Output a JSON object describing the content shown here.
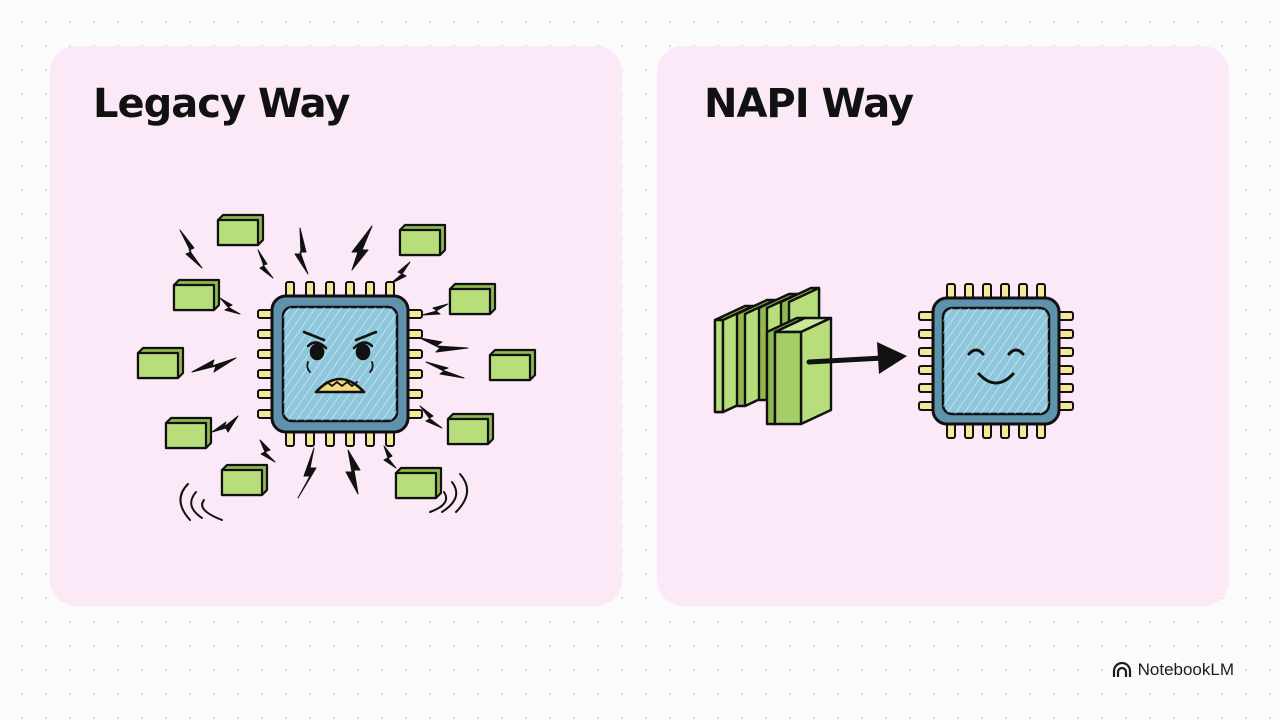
{
  "panels": {
    "legacy": {
      "title": "Legacy Way",
      "chip_mood": "stressed",
      "packet_delivery": "individual interrupts"
    },
    "napi": {
      "title": "NAPI Way",
      "chip_mood": "happy",
      "packet_delivery": "batched"
    }
  },
  "branding": {
    "label": "NotebookLM",
    "icon": "notebooklm-logo-icon"
  },
  "colors": {
    "panel_bg": "#fbe9f8",
    "chip_core": "#8fc7dd",
    "chip_pins": "#f6e79a",
    "packet": "#b7de7a",
    "outline": "#111111"
  }
}
